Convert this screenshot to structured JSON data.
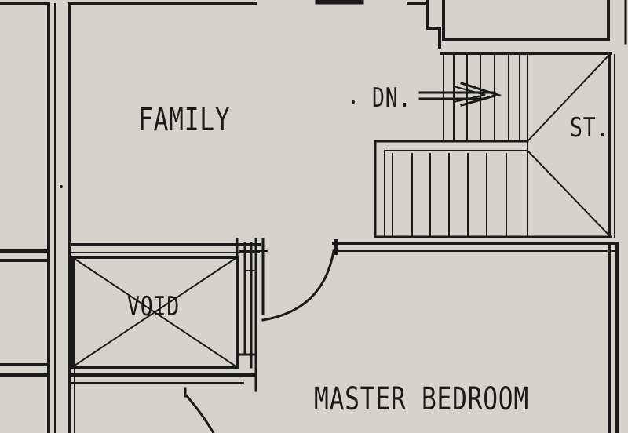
{
  "rooms": {
    "family": "FAMILY",
    "stair": "ST.",
    "void": "VOID",
    "master_bedroom": "MASTER BEDROOM"
  },
  "annotations": {
    "down": "DN."
  },
  "colors": {
    "paper": "#d6d3cc",
    "ink": "#1a1a1a"
  }
}
